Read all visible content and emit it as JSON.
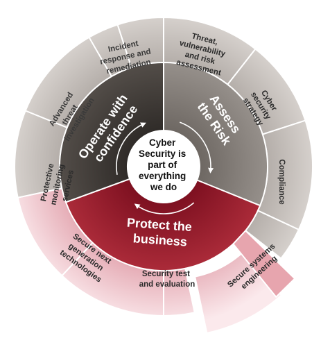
{
  "center": {
    "lines": [
      "Cyber",
      "Security is",
      "part of",
      "everything",
      "we do"
    ]
  },
  "pillars": {
    "operate": {
      "lines": [
        "Operate with",
        "confidence"
      ]
    },
    "assess": {
      "lines": [
        "Assess",
        "the Risk"
      ]
    },
    "protect": {
      "lines": [
        "Protect the",
        "business"
      ]
    }
  },
  "services": {
    "incident": {
      "lines": [
        "Incident",
        "response and",
        "remediation"
      ]
    },
    "threat_assessment": {
      "lines": [
        "Threat,",
        "vulnerability",
        "and risk",
        "assessment"
      ]
    },
    "strategy": {
      "lines": [
        "Cyber",
        "security",
        "strategy"
      ]
    },
    "compliance": {
      "lines": [
        "Compliance"
      ]
    },
    "secure_systems": {
      "lines": [
        "Secure systems",
        "engineering"
      ]
    },
    "security_test": {
      "lines": [
        "Security test",
        "and evaluation"
      ]
    },
    "next_gen": {
      "lines": [
        "Secure next",
        "generation",
        "technologies"
      ]
    },
    "monitoring": {
      "lines": [
        "Protective",
        "monitoring",
        "services"
      ]
    },
    "investigation": {
      "lines": [
        "Advanced",
        "threat",
        "investigation"
      ]
    }
  },
  "colors": {
    "operate_dark": "#4a4540",
    "assess_mid": "#8a8480",
    "protect_red": "#a6202e",
    "outer_gray": "#b9b3ae",
    "outer_pink": "#f0c4cb",
    "center_white": "#ffffff"
  }
}
